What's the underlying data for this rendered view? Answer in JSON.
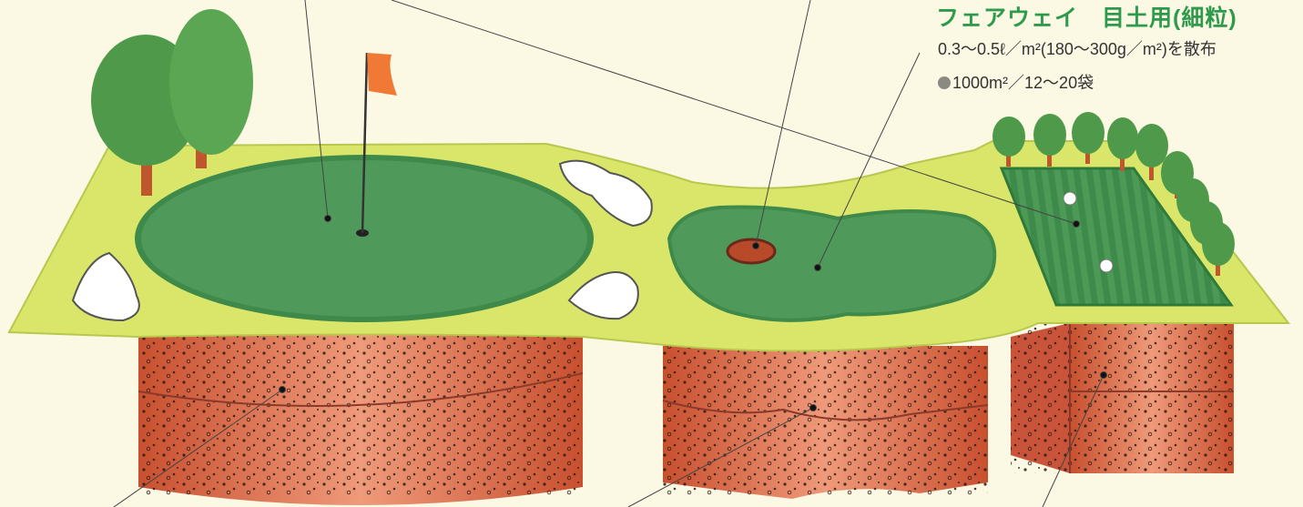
{
  "annotation": {
    "title": "フェアウェイ　目土用(細粒)",
    "rate_text": "0.3〜0.5ℓ／m²(180〜300g／m²)を散布",
    "bags_text": "1000m²／12〜20袋"
  },
  "colors": {
    "background": "#fbf8e4",
    "fairway": "#d9e66a",
    "green": "#3f8a4a",
    "soil": "#d9613f",
    "flag": "#f07a35",
    "title_green": "#2e9a4c"
  },
  "icons": [
    "tree-icon",
    "flag-icon",
    "sand-bunker-icon",
    "golf-ball-icon",
    "cup-hole-icon"
  ]
}
